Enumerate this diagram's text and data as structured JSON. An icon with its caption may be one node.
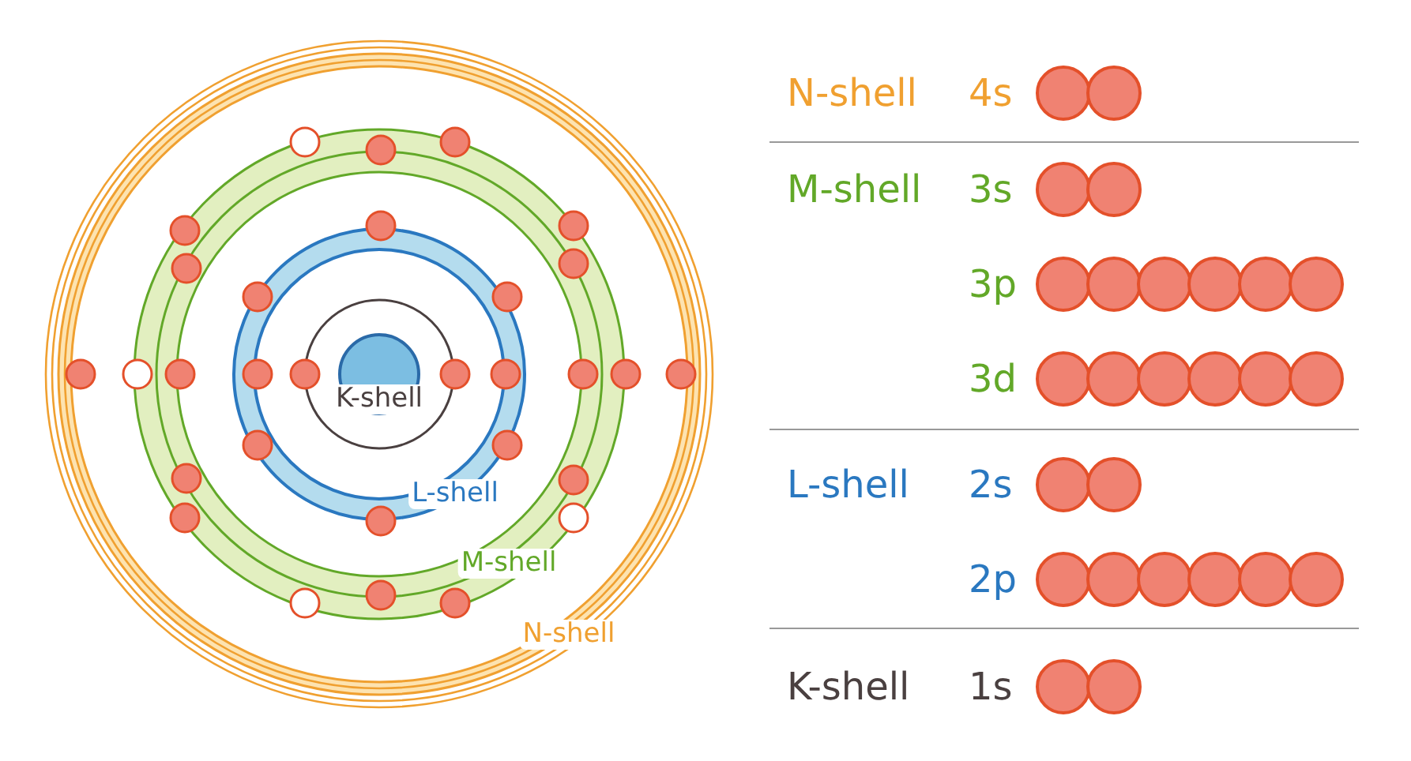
{
  "diagram": {
    "labels": [
      "K-shell",
      "L-shell",
      "M-shell",
      "N-shell",
      "N-shell",
      "4s",
      "M-shell",
      "3s",
      "3p",
      "3d",
      "L-shell",
      "2s",
      "2p",
      "K-shell",
      "1s"
    ]
  }
}
